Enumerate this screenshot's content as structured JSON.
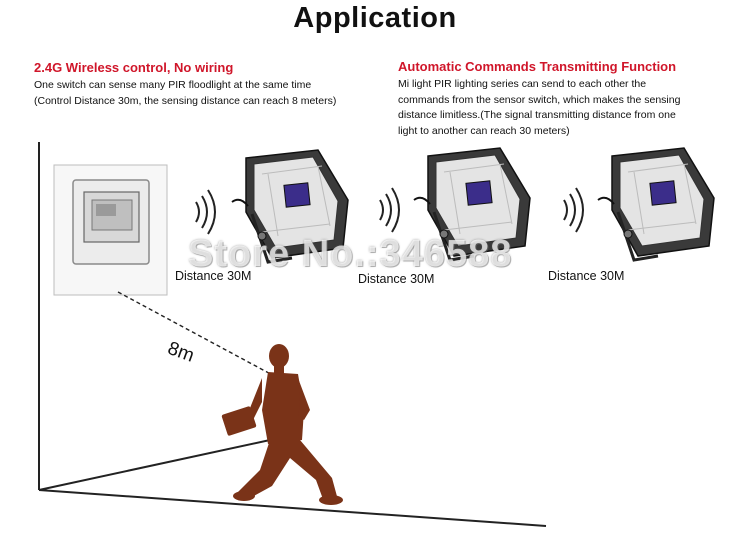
{
  "title": "Application",
  "left_section": {
    "heading": "2.4G Wireless control, No wiring",
    "lines": [
      "One switch can sense many PIR floodlight at the same time",
      "(Control Distance 30m, the sensing distance can reach 8 meters)"
    ]
  },
  "right_section": {
    "heading": "Automatic Commands Transmitting Function",
    "lines": [
      "Mi light PIR lighting series can send to each other the",
      "commands from the sensor switch, which makes the sensing",
      "distance limitless.(The signal transmitting distance from one",
      "light to another can reach 30 meters)"
    ]
  },
  "distance_labels": [
    "Distance 30M",
    "Distance 30M",
    "Distance 30M"
  ],
  "sensing_distance_label": "8m",
  "watermark": "Store No.:346588",
  "colors": {
    "heading_red": "#d0162a",
    "person_brown": "#7a3318",
    "led_chip": "#3b2d8a"
  }
}
